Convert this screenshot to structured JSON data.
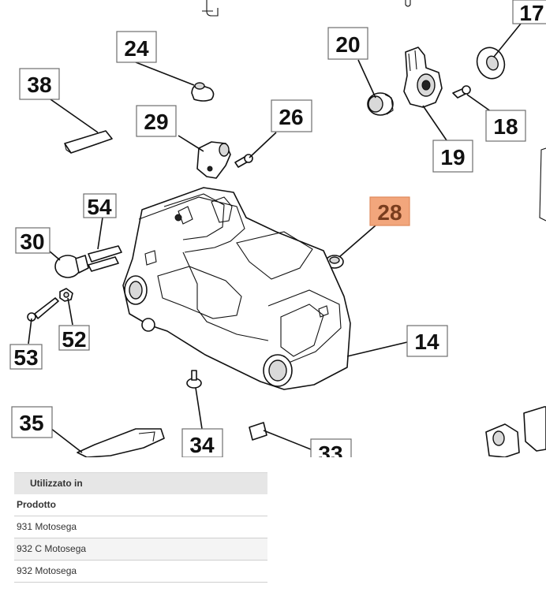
{
  "diagram": {
    "callouts": {
      "c17": "17",
      "c24": "24",
      "c20": "20",
      "c38": "38",
      "c29": "29",
      "c26": "26",
      "c18": "18",
      "c19": "19",
      "c54": "54",
      "c28": "28",
      "c30": "30",
      "c52": "52",
      "c53": "53",
      "c14": "14",
      "c35": "35",
      "c34": "34",
      "c33": "33"
    },
    "highlight_color": "#f2a67c"
  },
  "used_in": {
    "header": "Utilizzato in",
    "column_header": "Prodotto",
    "rows": [
      "931 Motosega",
      "932 C Motosega",
      "932 Motosega"
    ]
  }
}
